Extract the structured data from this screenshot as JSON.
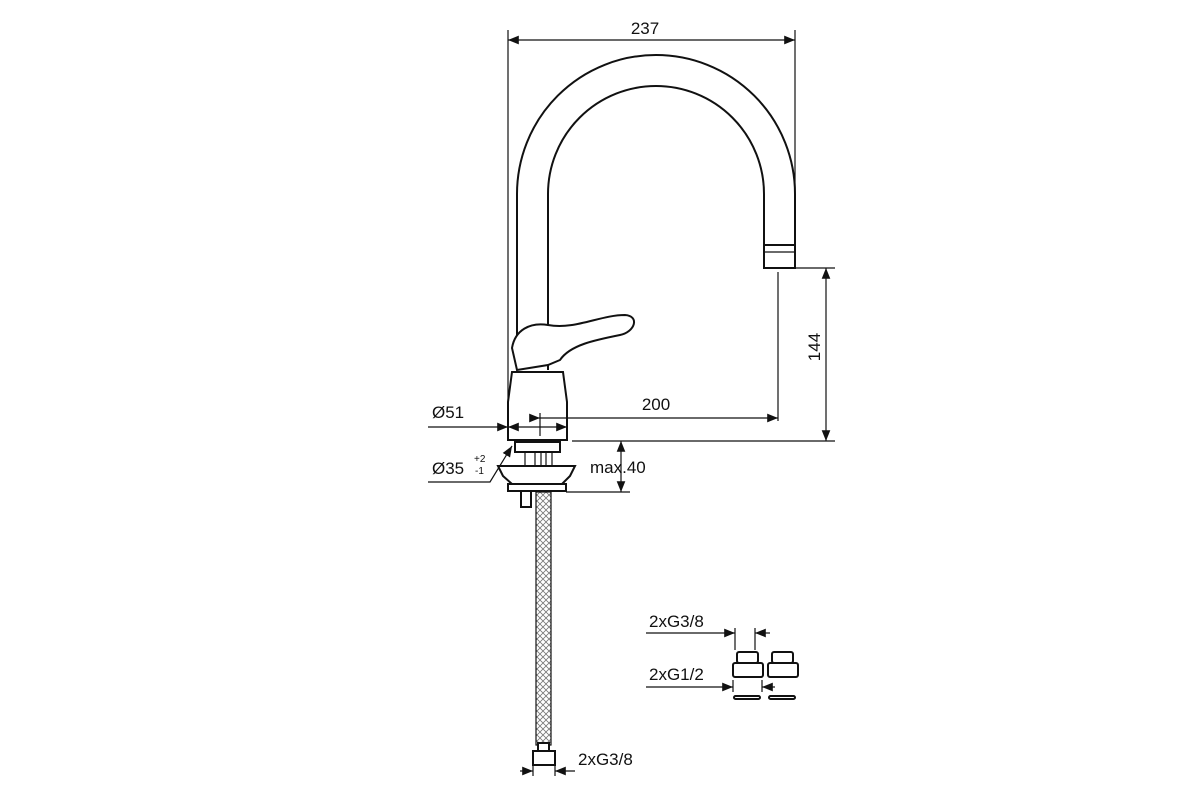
{
  "dimensions": {
    "total_width": "237",
    "height": "144",
    "reach": "200",
    "base_diameter": "Ø51",
    "hole_diameter": "Ø35",
    "hole_tol_plus": "+2",
    "hole_tol_minus": "-1",
    "max_thickness": "max.40",
    "hose_thread": "2xG3/8",
    "adapter_thread_small": "2xG3/8",
    "adapter_thread_large": "2xG1/2"
  }
}
